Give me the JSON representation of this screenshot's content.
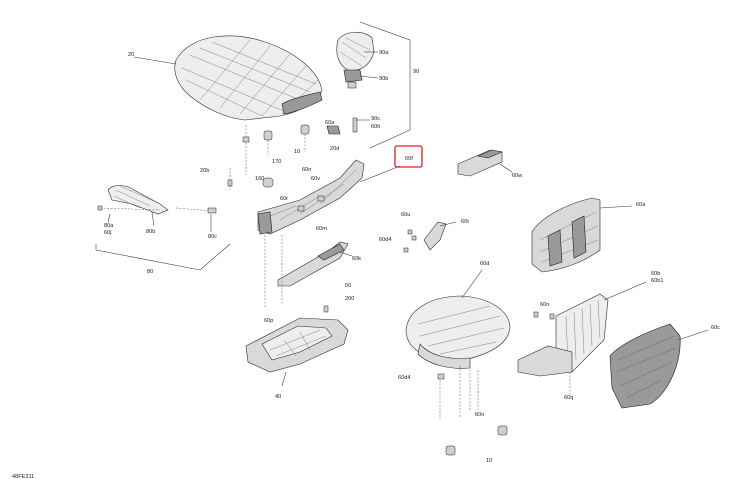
{
  "drawing_id": "48FE311",
  "callouts": {
    "c20": "20",
    "c90a": "90a",
    "c90b": "90b",
    "c90": "90",
    "c90c": "90c",
    "c60h": "60h",
    "c60a_top": "60a",
    "c20d": "20d",
    "c10_top": "10",
    "c170": "170",
    "c20b": "20b",
    "c160": "160",
    "c60n_top": "60n",
    "c60v": "60v",
    "c60r": "60r",
    "c60f": "60f",
    "c60w": "60w",
    "c80a": "80a",
    "c60j": "60j",
    "c80b": "80b",
    "c80c": "80c",
    "c80": "80",
    "c60m": "60m",
    "c60k": "60k",
    "c60u": "60u",
    "c60t": "60t",
    "c60d4_mid": "60d4",
    "c60a_right": "60a",
    "c60d": "60d",
    "c60b": "60b",
    "c60b1": "60b1",
    "c60n_right": "60n",
    "c50": "50",
    "c200": "200",
    "c60p": "60p",
    "c60c": "60c",
    "c60d4_low": "60d4",
    "c60q": "60q",
    "c40": "40",
    "c60n_low": "60n",
    "c10_low": "10"
  },
  "highlight": {
    "label": "60f",
    "color": "#e02020"
  }
}
